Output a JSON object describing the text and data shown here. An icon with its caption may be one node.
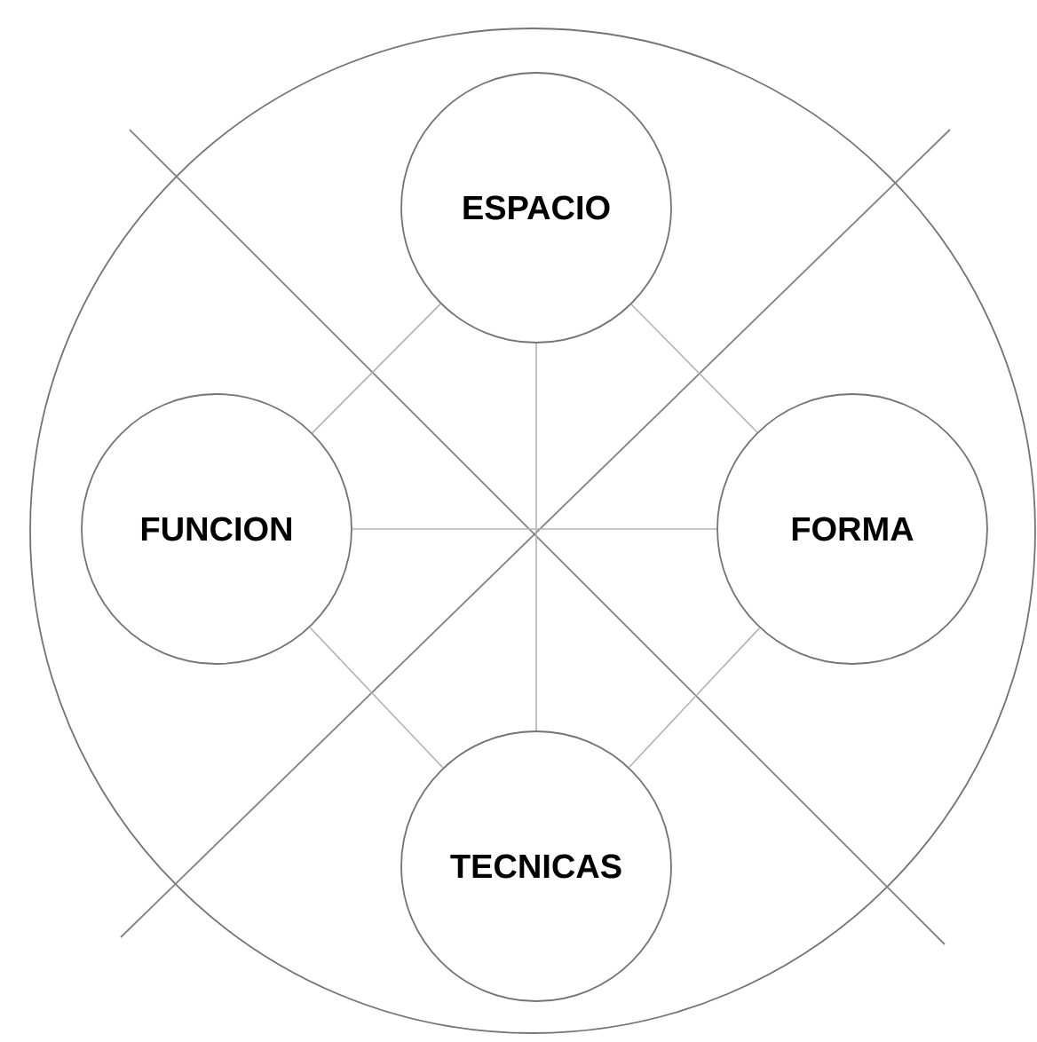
{
  "diagram": {
    "nodes": [
      {
        "text": [],
        "shape": "circle"
      },
      {
        "text": [
          "ESPACIO"
        ],
        "in": 0
      },
      {
        "text": [
          "FUNCION"
        ],
        "in": 0
      },
      {
        "text": [
          "FORMA"
        ],
        "in": 0
      },
      {
        "text": [
          "TECNICAS"
        ],
        "in": 0
      }
    ],
    "edges": [
      {
        "from": 1,
        "to": 4,
        "arrow": "none"
      },
      {
        "from": 2,
        "to": 3,
        "arrow": "none"
      },
      {
        "from": 1,
        "to": 2,
        "arrow": "none"
      },
      {
        "from": 1,
        "to": 3,
        "arrow": "none"
      },
      {
        "from": 2,
        "to": 4,
        "arrow": "none"
      },
      {
        "from": 3,
        "to": 4,
        "arrow": "none"
      }
    ]
  }
}
